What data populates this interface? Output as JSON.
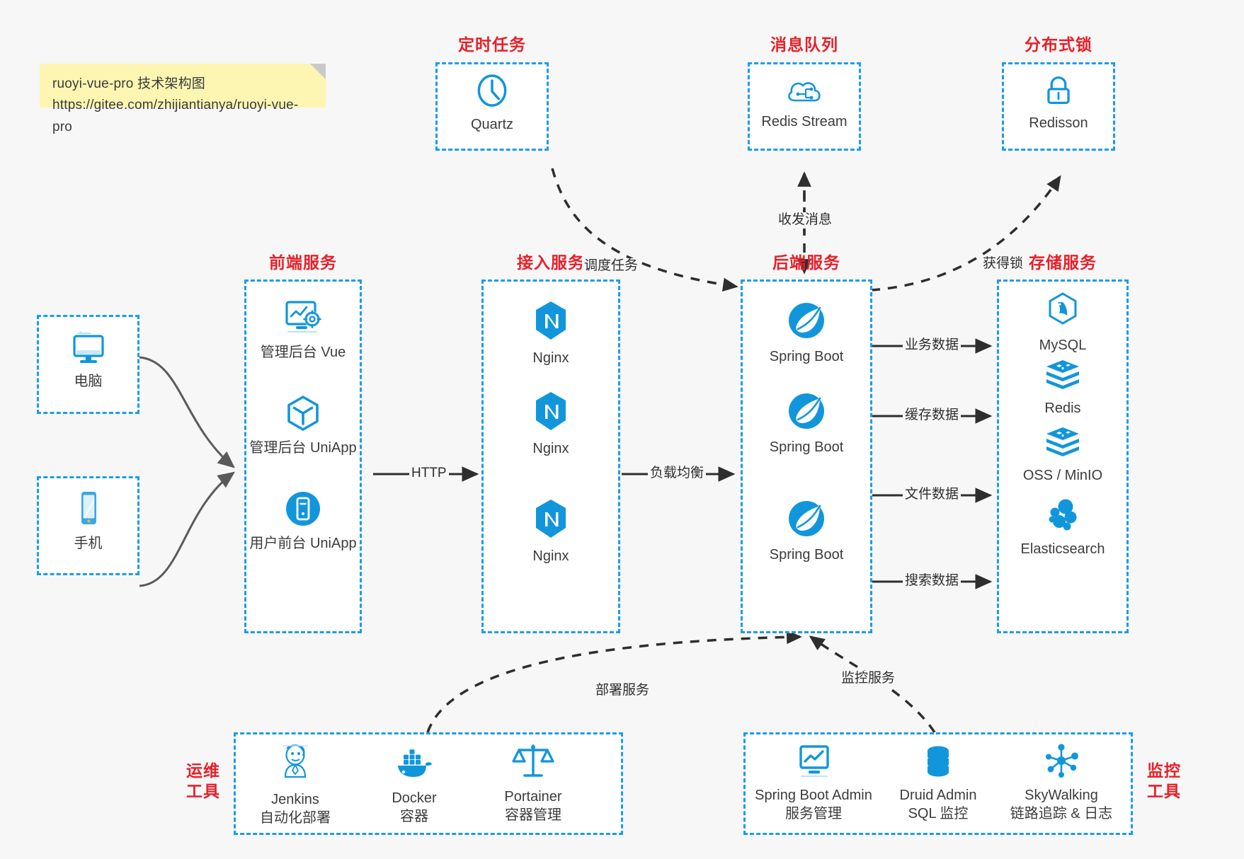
{
  "note": {
    "line1": "ruoyi-vue-pro 技术架构图",
    "line2": "https://gitee.com/zhijiantianya/ruoyi-vue-pro"
  },
  "colors": {
    "accent_blue": "#1a9cf0",
    "title_red": "#e8202a",
    "icon_blue": "#1296db",
    "background": "#f7f7f7",
    "note_yellow": "#fdf6b2",
    "edge_dark": "#2e2e2e",
    "edge_gray": "#5a5a5a"
  },
  "groups": {
    "scheduler": {
      "title": "定时任务",
      "nodes": [
        {
          "label": "Quartz",
          "icon": "clock-icon"
        }
      ]
    },
    "mq": {
      "title": "消息队列",
      "nodes": [
        {
          "label": "Redis Stream",
          "icon": "cloud-network-icon"
        }
      ]
    },
    "lock": {
      "title": "分布式锁",
      "nodes": [
        {
          "label": "Redisson",
          "icon": "lock-icon"
        }
      ]
    },
    "clients": {
      "nodes": [
        {
          "label": "电脑",
          "icon": "desktop-monitor-icon"
        },
        {
          "label": "手机",
          "icon": "mobile-phone-icon"
        }
      ]
    },
    "frontend": {
      "title": "前端服务",
      "nodes": [
        {
          "label": "管理后台 Vue",
          "icon": "dashboard-settings-icon"
        },
        {
          "label": "管理后台 UniApp",
          "icon": "cube-icon"
        },
        {
          "label": "用户前台 UniApp",
          "icon": "app-circle-icon"
        }
      ]
    },
    "gateway": {
      "title": "接入服务",
      "nodes": [
        {
          "label": "Nginx",
          "icon": "nginx-icon"
        },
        {
          "label": "Nginx",
          "icon": "nginx-icon"
        },
        {
          "label": "Nginx",
          "icon": "nginx-icon"
        }
      ]
    },
    "backend": {
      "title": "后端服务",
      "nodes": [
        {
          "label": "Spring Boot",
          "icon": "spring-boot-icon"
        },
        {
          "label": "Spring Boot",
          "icon": "spring-boot-icon"
        },
        {
          "label": "Spring Boot",
          "icon": "spring-boot-icon"
        }
      ]
    },
    "storage": {
      "title": "存储服务",
      "nodes": [
        {
          "label": "MySQL",
          "icon": "mysql-icon"
        },
        {
          "label": "Redis",
          "icon": "redis-icon"
        },
        {
          "label": "OSS / MinIO",
          "icon": "redis-icon"
        },
        {
          "label": "Elasticsearch",
          "icon": "elasticsearch-icon"
        }
      ]
    },
    "devops": {
      "title_line1": "运维",
      "title_line2": "工具",
      "nodes": [
        {
          "label": "Jenkins",
          "sub": "自动化部署",
          "icon": "jenkins-icon"
        },
        {
          "label": "Docker",
          "sub": "容器",
          "icon": "docker-icon"
        },
        {
          "label": "Portainer",
          "sub": "容器管理",
          "icon": "scales-icon"
        }
      ]
    },
    "monitoring": {
      "title_line1": "监控",
      "title_line2": "工具",
      "nodes": [
        {
          "label": "Spring Boot Admin",
          "sub": "服务管理",
          "icon": "monitor-chart-icon"
        },
        {
          "label": "Druid Admin",
          "sub": "SQL 监控",
          "icon": "database-icon"
        },
        {
          "label": "SkyWalking",
          "sub": "链路追踪 & 日志",
          "icon": "skywalking-icon"
        }
      ]
    }
  },
  "edges": [
    {
      "id": "http",
      "label": "HTTP"
    },
    {
      "id": "lb",
      "label": "负载均衡"
    },
    {
      "id": "schedule",
      "label": "调度任务"
    },
    {
      "id": "mq-msg",
      "label": "收发消息"
    },
    {
      "id": "get-lock",
      "label": "获得锁"
    },
    {
      "id": "biz-data",
      "label": "业务数据"
    },
    {
      "id": "cache-data",
      "label": "缓存数据"
    },
    {
      "id": "file-data",
      "label": "文件数据"
    },
    {
      "id": "search-data",
      "label": "搜索数据"
    },
    {
      "id": "deploy",
      "label": "部署服务"
    },
    {
      "id": "monitor",
      "label": "监控服务"
    }
  ]
}
